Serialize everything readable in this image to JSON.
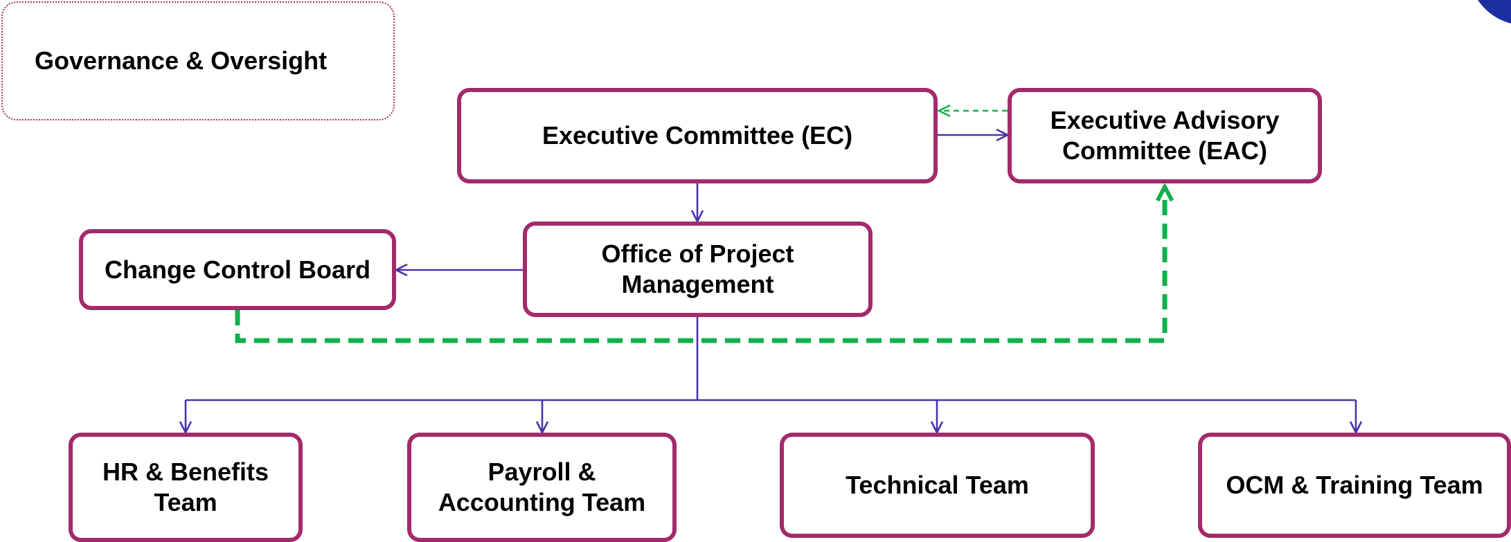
{
  "legend": {
    "label": "Governance & Oversight"
  },
  "nodes": {
    "executive_committee": "Executive Committee (EC)",
    "executive_advisory_committee": "Executive Advisory\nCommittee (EAC)",
    "change_control_board": "Change Control Board",
    "office_of_project_management": "Office of Project\nManagement",
    "hr_benefits_team": "HR & Benefits\nTeam",
    "payroll_accounting_team": "Payroll &\nAccounting Team",
    "technical_team": "Technical Team",
    "ocm_training_team": "OCM & Training Team"
  },
  "colors": {
    "box_border": "#A32A6B",
    "connector": "#4B32A8",
    "dashed_connector": "#10B04A",
    "logo": "#1C2FA0"
  },
  "icons": {
    "corner_logo": "brand-logo-icon"
  }
}
